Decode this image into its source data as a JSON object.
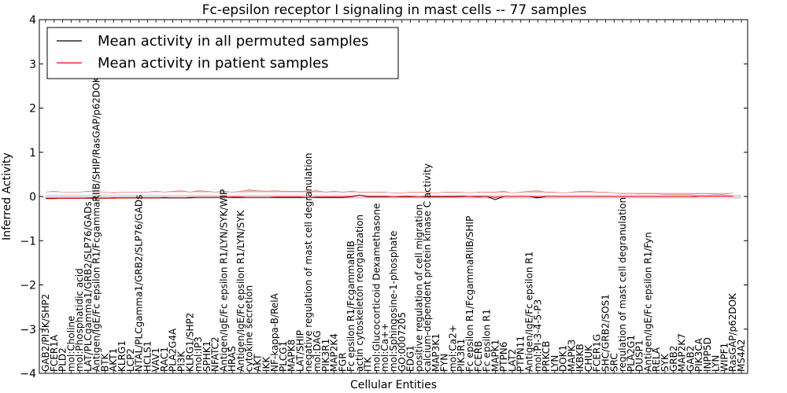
{
  "chart_data": {
    "type": "line",
    "title": "Fc-epsilon receptor I signaling in mast cells -- 77 samples",
    "xlabel": "Cellular Entities",
    "ylabel": "Inferred Activity",
    "ylim": [
      -4,
      4
    ],
    "yticks": [
      -4,
      -3,
      -2,
      -1,
      0,
      1,
      2,
      3,
      4
    ],
    "grid": false,
    "legend_position": "top-left",
    "colors": {
      "permuted": "#000000",
      "patient": "#ff0000",
      "patient_band": "#f08080",
      "permuted_band": "#c0c0c8"
    },
    "categories": [
      "GAB2/PI3K/SHP2",
      "FCER1A",
      "PLD2",
      "mol:Choline",
      "mol:Phosphatidic acid",
      "LAT/PLCgamma1/GRB2/SLP76/GADs",
      "Antigen/IgE/Fc epsilon R1/FcgammaRIIB/SHIP/RasGAP/p62DOK",
      "BTK",
      "AKT1",
      "KLRG1",
      "LCP2",
      "NTAL/PLCgamma1/GRB2/SLP76/GADs",
      "HCLS1",
      "VAV1",
      "RAC1",
      "PLA2G4A",
      "PI3K",
      "KLRG1/SHP2",
      "mol:IP3",
      "SPHK1",
      "NFATC2",
      "Antigen/IgE/Fc epsilon R1/LYN/SYK/WIP",
      "HRAS",
      "Antigen/IgE/Fc epsilon R1/LYN/SYK",
      "cytokine secretion",
      "AKT",
      "IKK",
      "NF-kappa-B/RelA",
      "PLCG1",
      "MAPK8",
      "LAT/SHIP",
      "negative regulation of mast cell degranulation",
      "mol:DAG",
      "PIK3R1",
      "MAP2K4",
      "FGR",
      "Fc epsilon R1/FcgammaRIIB",
      "actin cytoskeleton reorganization",
      "ITK",
      "mol:Glucocorticoid Dexamethasone",
      "mol:Ca++",
      "mol:Sphingosine-1-phosphate",
      "GO:0007205",
      "EDG1",
      "positive regulation of cell migration",
      "calcium-dependent protein kinase C activity",
      "MAP3K1",
      "FYN",
      "mol:Ca2+",
      "PIK3R1",
      "Fc epsilon R1/FcgammaRIIB/SHIP",
      "FCERB",
      "Fc epsilon R1",
      "MAPK1",
      "PTPN6",
      "LAT2",
      "PTPN11",
      "Antigen/IgE/Fc epsilon R1",
      "mol:PI-3-4-5-P3",
      "PRKCB",
      "LYN",
      "DOK1",
      "MAPK3",
      "IKBKB",
      "CHUK",
      "FCER1G",
      "SHC/GRB2/SOS1",
      "SRC",
      "regulation of mast cell degranulation",
      "PLA2G1",
      "DUSP1",
      "Antigen/IgE/Fc epsilon R1/Fyn",
      "RELA",
      "SYK",
      "GRB2",
      "MAP2K7",
      "GAB2",
      "PIK3CA",
      "INPP5D",
      "LYN",
      "WIPF1",
      "RasGAP/p62DOK",
      "MS4A2"
    ],
    "series": [
      {
        "name": "Mean activity in all permuted samples",
        "values": [
          -0.04,
          -0.04,
          -0.04,
          -0.04,
          -0.04,
          -0.04,
          -0.04,
          -0.04,
          -0.03,
          -0.03,
          -0.03,
          -0.03,
          -0.03,
          -0.03,
          -0.03,
          -0.03,
          -0.03,
          -0.03,
          -0.02,
          -0.02,
          -0.02,
          -0.02,
          -0.02,
          -0.02,
          -0.02,
          -0.02,
          -0.02,
          -0.02,
          -0.02,
          -0.02,
          -0.02,
          -0.02,
          -0.02,
          -0.02,
          -0.02,
          -0.02,
          -0.01,
          0.03,
          -0.01,
          -0.01,
          -0.01,
          -0.01,
          -0.01,
          -0.01,
          -0.01,
          -0.01,
          -0.01,
          -0.01,
          -0.01,
          0.0,
          0.0,
          -0.01,
          0.0,
          -0.07,
          0.0,
          0.0,
          0.0,
          0.0,
          -0.03,
          0.0,
          0.0,
          0.0,
          0.0,
          0.0,
          0.0,
          0.0,
          0.0,
          0.0,
          0.0,
          0.0,
          0.0,
          0.0,
          0.0,
          0.0,
          0.0,
          0.0,
          0.0,
          0.01,
          0.01,
          0.01,
          0.01,
          0.01
        ]
      },
      {
        "name": "Mean activity in patient samples",
        "values": [
          -0.05,
          -0.05,
          -0.04,
          -0.04,
          -0.04,
          -0.03,
          -0.03,
          -0.04,
          -0.04,
          -0.03,
          -0.03,
          -0.03,
          -0.03,
          -0.03,
          -0.02,
          -0.03,
          -0.03,
          -0.02,
          -0.02,
          -0.02,
          -0.02,
          -0.02,
          -0.01,
          -0.01,
          -0.02,
          -0.02,
          -0.02,
          -0.01,
          -0.01,
          -0.01,
          -0.01,
          -0.02,
          -0.01,
          -0.01,
          -0.01,
          -0.01,
          0.0,
          0.03,
          0.0,
          0.0,
          0.0,
          -0.01,
          0.0,
          0.0,
          -0.01,
          0.0,
          0.0,
          0.0,
          0.0,
          0.01,
          0.0,
          0.0,
          0.0,
          -0.02,
          0.0,
          0.0,
          0.0,
          0.0,
          -0.01,
          0.0,
          0.0,
          0.0,
          0.0,
          0.0,
          0.0,
          0.0,
          0.0,
          0.0,
          0.0,
          0.0,
          0.0,
          0.0,
          0.0,
          0.0,
          0.0,
          0.0,
          0.0,
          0.01,
          0.01,
          0.01,
          0.01,
          0.01
        ]
      }
    ],
    "patient_band": {
      "upper": [
        0.1,
        0.12,
        0.1,
        0.1,
        0.1,
        0.12,
        0.1,
        0.1,
        0.08,
        0.1,
        0.1,
        0.1,
        0.1,
        0.12,
        0.1,
        0.12,
        0.13,
        0.1,
        0.13,
        0.12,
        0.1,
        0.12,
        0.1,
        0.12,
        0.15,
        0.13,
        0.12,
        0.13,
        0.12,
        0.12,
        0.12,
        0.12,
        0.13,
        0.1,
        0.12,
        0.1,
        0.12,
        0.1,
        0.1,
        0.1,
        0.1,
        0.08,
        0.08,
        0.1,
        0.1,
        0.1,
        0.08,
        0.1,
        0.1,
        0.1,
        0.08,
        0.1,
        0.1,
        0.1,
        0.12,
        0.08,
        0.1,
        0.12,
        0.13,
        0.1,
        0.1,
        0.08,
        0.1,
        0.12,
        0.12,
        0.1,
        0.1,
        0.08,
        0.06,
        0.07,
        0.06,
        0.06,
        0.06,
        0.05,
        0.05,
        0.05,
        0.05,
        0.06,
        0.06,
        0.05,
        0.05,
        0.08
      ],
      "lower": [
        -0.12,
        -0.12,
        -0.12,
        -0.12,
        -0.1,
        -0.12,
        -0.1,
        -0.12,
        -0.1,
        -0.1,
        -0.1,
        -0.12,
        -0.1,
        -0.12,
        -0.1,
        -0.12,
        -0.12,
        -0.1,
        -0.12,
        -0.12,
        -0.1,
        -0.12,
        -0.1,
        -0.12,
        -0.15,
        -0.12,
        -0.12,
        -0.12,
        -0.12,
        -0.12,
        -0.12,
        -0.15,
        -0.12,
        -0.1,
        -0.12,
        -0.1,
        -0.12,
        -0.1,
        -0.1,
        -0.1,
        -0.1,
        -0.08,
        -0.08,
        -0.1,
        -0.1,
        -0.1,
        -0.08,
        -0.1,
        -0.1,
        -0.1,
        -0.08,
        -0.12,
        -0.1,
        -0.1,
        -0.12,
        -0.08,
        -0.1,
        -0.12,
        -0.13,
        -0.1,
        -0.1,
        -0.08,
        -0.1,
        -0.12,
        -0.12,
        -0.1,
        -0.1,
        -0.08,
        -0.06,
        -0.07,
        -0.06,
        -0.06,
        -0.06,
        -0.05,
        -0.05,
        -0.05,
        -0.05,
        -0.06,
        -0.06,
        -0.05,
        -0.05,
        -0.06
      ]
    },
    "permuted_band": {
      "upper": 0.04,
      "lower": -0.05
    }
  }
}
